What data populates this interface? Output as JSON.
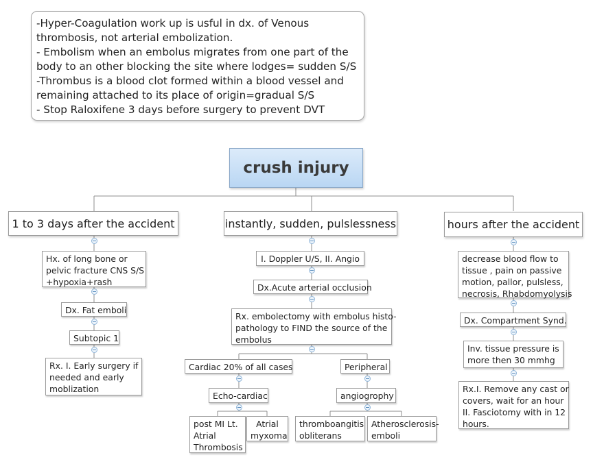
{
  "note": {
    "lines": [
      "-Hyper-Coagulation work up is usful in dx. of Venous",
      "thrombosis, not arterial embolization.",
      "- Embolism when an embolus migrates from one part of the",
      "body to an other blocking the site where lodges= sudden S/S",
      "-Thrombus is a blood clot formed within a blood vessel and",
      "remaining attached to its place of origin=gradual S/S",
      "- Stop Raloxifene 3 days before surgery to prevent DVT"
    ]
  },
  "root": {
    "title": "crush injury"
  },
  "branches": {
    "left": {
      "title": "1 to 3 days after the accident",
      "hx": [
        "Hx. of long bone or",
        "pelvic fracture CNS S/S",
        "+hypoxia+rash"
      ],
      "dx": "Dx. Fat emboli",
      "subtopic": "Subtopic 1",
      "rx": [
        "Rx. I. Early surgery if",
        "needed and early",
        "moblization"
      ]
    },
    "middle": {
      "title": "instantly, sudden, pulslessness",
      "investigations": "I. Doppler U/S, II. Angio",
      "dx": "Dx.Acute arterial occlusion",
      "rx": [
        "Rx. embolectomy with embolus histo-",
        "pathology to FIND the source of the",
        "embolus"
      ],
      "cardiac": {
        "title": "Cardiac 20% of all cases",
        "echo": "Echo-cardiac",
        "post_mi": [
          "post MI Lt.",
          "Atrial",
          "Thrombosis"
        ],
        "myxoma": [
          "Atrial",
          "myxoma"
        ]
      },
      "peripheral": {
        "title": "Peripheral",
        "angio": "angiogrophy",
        "thrombo": [
          "thromboangitis",
          "obliterans"
        ],
        "athero": [
          "Atherosclerosis-",
          "emboli"
        ]
      }
    },
    "right": {
      "title": "hours after the accident",
      "symptoms": [
        "decrease blood flow to",
        "tissue , pain on passive",
        "motion, pallor, pulsless,",
        "necrosis, Rhabdomyolysis"
      ],
      "dx": "Dx. Compartment Synd.",
      "inv": [
        "Inv. tissue pressure is",
        "more then 30 mmhg"
      ],
      "rx": [
        "Rx.I. Remove any cast or",
        "covers, wait for an hour",
        "II. Fasciotomy with in 12",
        "hours."
      ]
    }
  }
}
